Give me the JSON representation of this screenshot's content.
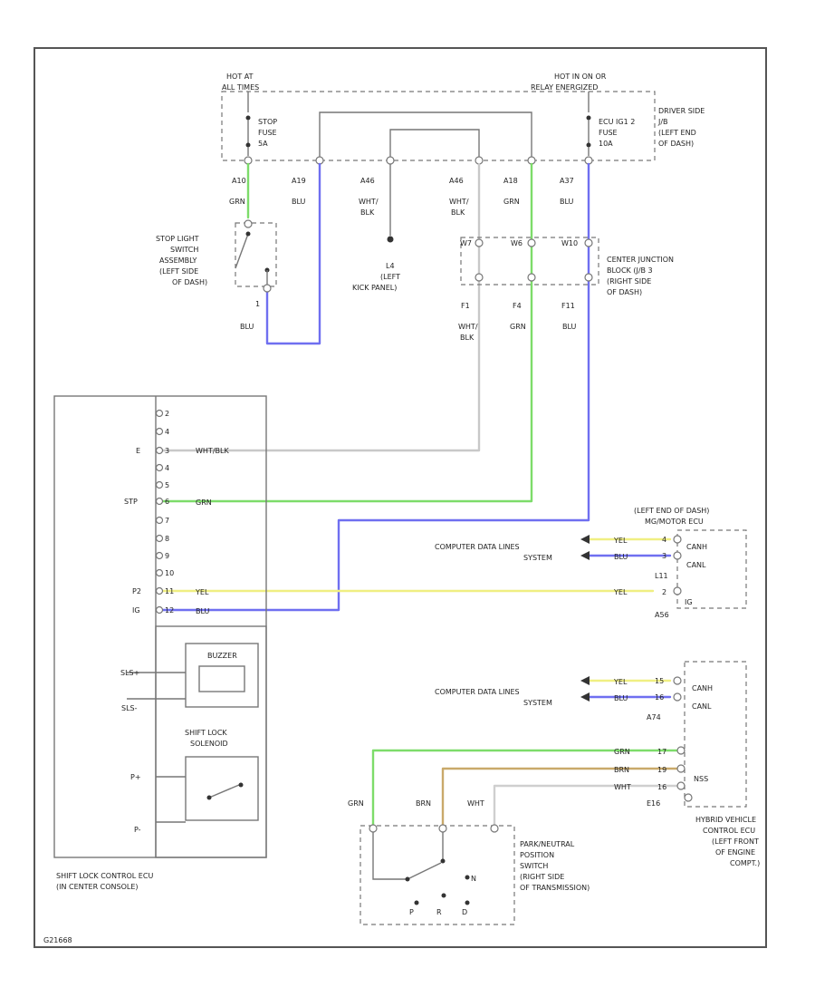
{
  "colors": {
    "GRN": "#7ddc6a",
    "BLU": "#6f6ff0",
    "YEL": "#f0ef82",
    "BRN": "#c9a96a",
    "WHT_BLK": "#c8c8c8",
    "WHT": "#cfcfcf",
    "GREY": "#8a8a8a"
  },
  "top": {
    "hot_left": [
      "HOT AT",
      "ALL TIMES"
    ],
    "hot_right": [
      "HOT IN ON OR",
      "RELAY ENERGIZED"
    ],
    "fuse_left": [
      "STOP",
      "FUSE",
      "5A"
    ],
    "fuse_right": [
      "ECU IG1 2",
      "FUSE",
      "10A"
    ],
    "driver_side": [
      "DRIVER SIDE",
      "J/B",
      "(LEFT END",
      "OF DASH)"
    ],
    "pins": [
      "A10",
      "A19",
      "A46",
      "A46",
      "A18",
      "A37"
    ],
    "wires": [
      [
        "GRN"
      ],
      [
        "BLU"
      ],
      [
        "WHT/",
        "BLK"
      ],
      [
        "WHT/",
        "BLK"
      ],
      [
        "GRN"
      ],
      [
        "BLU"
      ]
    ]
  },
  "stoplight": {
    "label": [
      "STOP LIGHT",
      "SWITCH",
      "ASSEMBLY",
      "(LEFT SIDE",
      "OF DASH)"
    ],
    "pin": "1",
    "wire": "BLU"
  },
  "ground": {
    "label": [
      "L4",
      "(LEFT",
      "KICK PANEL)"
    ]
  },
  "cj_block": {
    "pins": [
      "W7",
      "W6",
      "W10"
    ],
    "label": [
      "CENTER JUNCTION",
      "BLOCK (J/B 3",
      "(RIGHT SIDE",
      "OF DASH)"
    ],
    "lower_pins": [
      "F1",
      "F4",
      "F11"
    ],
    "wires": [
      [
        "WHT/",
        "BLK"
      ],
      [
        "GRN"
      ],
      [
        "BLU"
      ]
    ]
  },
  "ecu": {
    "pins": [
      "2",
      "4",
      "E",
      "4",
      "5",
      "STP",
      "7",
      "8",
      "9",
      "10",
      "P2",
      "IG"
    ],
    "pin_numbers": [
      "2",
      "4",
      "3",
      "4",
      "5",
      "6",
      "7",
      "8",
      "9",
      "10",
      "11",
      "12"
    ],
    "wire_e": "WHT/BLK",
    "wire_stp": "GRN",
    "wire_p2": "YEL",
    "wire_ig": "BLU",
    "buzzer_label": "BUZZER",
    "sls_plus": "SLS+",
    "sls_minus": "SLS-",
    "solenoid_label": [
      "SHIFT LOCK",
      "SOLENOID"
    ],
    "p_plus": "P+",
    "p_minus": "P-",
    "label": [
      "SHIFT LOCK CONTROL ECU",
      "(IN CENTER CONSOLE)"
    ]
  },
  "mgecu": {
    "label": [
      "(LEFT END OF DASH)",
      "MG/MOTOR ECU"
    ],
    "cdl_label": [
      "COMPUTER DATA LINES",
      "SYSTEM"
    ],
    "wire_canh": "YEL",
    "wire_canl": "BLU",
    "pins": [
      "4",
      "3"
    ],
    "canh": "CANH",
    "canl": "CANL",
    "connector": "L11",
    "p2_pin": "2",
    "p2_wire": "YEL",
    "ig_label": "IG",
    "bottom": "A56"
  },
  "hvecu": {
    "cdl_label": [
      "COMPUTER DATA LINES",
      "SYSTEM"
    ],
    "wire_canh": "YEL",
    "wire_canl": "BLU",
    "pins": [
      "15",
      "16"
    ],
    "canh": "CANH",
    "canl": "CANL",
    "connector": "A74",
    "wires": [
      "GRN",
      "BRN",
      "WHT"
    ],
    "wire_pins": [
      "17",
      "19",
      "16"
    ],
    "nss": "NSS",
    "conn2": "E16",
    "label": [
      "HYBRID VEHICLE",
      "CONTROL ECU",
      "(LEFT FRONT",
      "OF ENGINE",
      "COMPT.)"
    ]
  },
  "pn_switch": {
    "wires": [
      "GRN",
      "BRN",
      "WHT"
    ],
    "label": [
      "PARK/NEUTRAL",
      "POSITION",
      "SWITCH",
      "(RIGHT SIDE",
      "OF TRANSMISSION)"
    ],
    "pos": [
      "N",
      "P",
      "R",
      "D"
    ]
  },
  "footer": "G21668"
}
